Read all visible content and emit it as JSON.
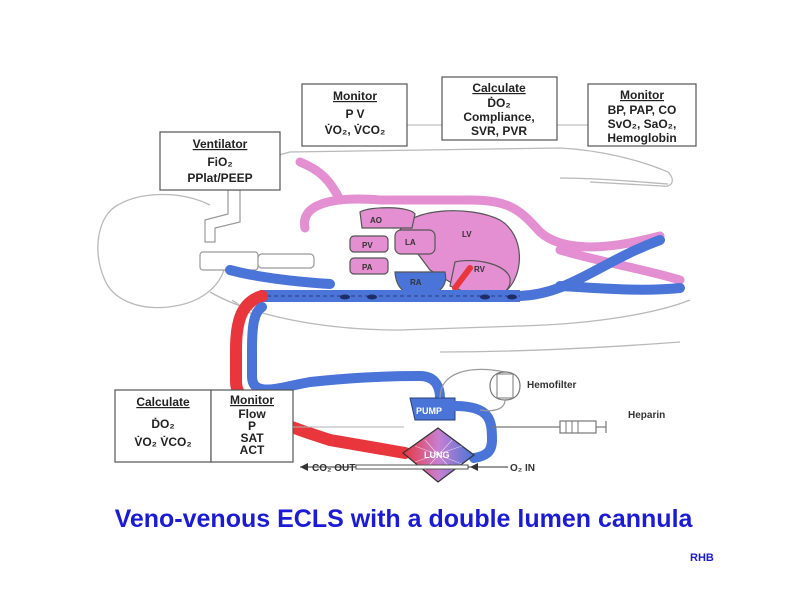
{
  "boxes": {
    "ventilator": {
      "title": "Ventilator",
      "lines": [
        "FiO₂",
        "PPlat/PEEP"
      ]
    },
    "monitor_top_left": {
      "title": "Monitor",
      "lines": [
        "P   V",
        "V̇O₂,  V̇CO₂"
      ]
    },
    "calculate_top": {
      "title": "Calculate",
      "lines": [
        "ḊO₂",
        "Compliance,",
        "SVR, PVR"
      ]
    },
    "monitor_top_right": {
      "title": "Monitor",
      "lines": [
        "BP, PAP, CO",
        "SvO₂, SaO₂,",
        "Hemoglobin"
      ]
    },
    "calculate_bottom": {
      "title": "Calculate",
      "lines": [
        "ḊO₂",
        "V̇O₂ V̇CO₂"
      ]
    },
    "monitor_bottom": {
      "title": "Monitor",
      "lines": [
        "Flow",
        "P",
        "SAT",
        "ACT"
      ]
    }
  },
  "heart_labels": {
    "ao": "AO",
    "la": "LA",
    "lv": "LV",
    "pv": "PV",
    "pa": "PA",
    "ra": "RA",
    "rv": "RV"
  },
  "circuit_labels": {
    "pump": "PUMP",
    "lung": "LUNG",
    "hemofilter": "Hemofilter",
    "heparin": "Heparin",
    "co2_out": "CO₂ OUT",
    "o2_in": "O₂ IN"
  },
  "caption": "Veno-venous ECLS with a double lumen cannula",
  "credit": "RHB",
  "colors": {
    "venous_blue": "#4a74d8",
    "arterial_red": "#e8363c",
    "vessel_pink": "#e38fd2",
    "caption_blue": "#1b1bd6"
  }
}
